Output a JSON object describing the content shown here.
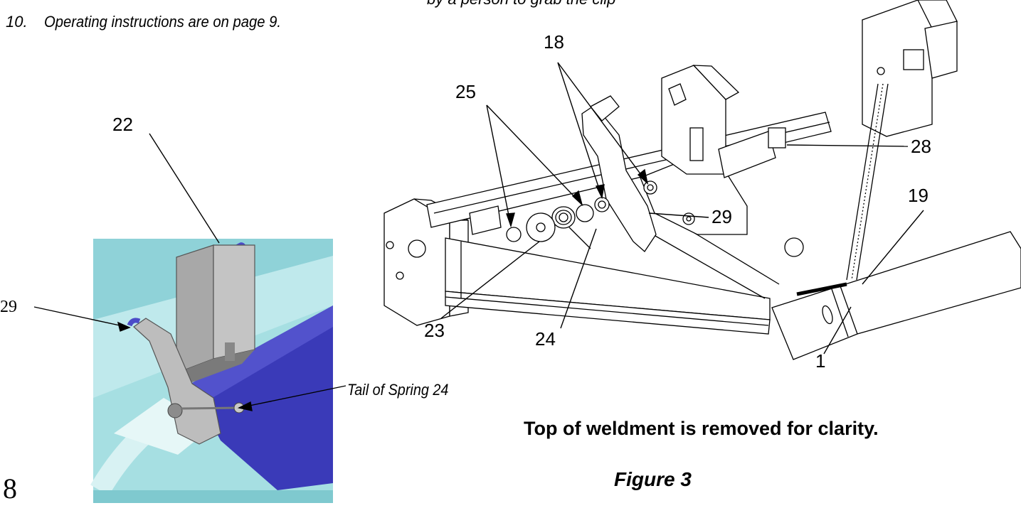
{
  "header": {
    "cutoff_text": "by a person to grab the clip",
    "step_number": "10.",
    "step_text": "Operating instructions are on page 9."
  },
  "left_figure": {
    "callout_22": "22",
    "callout_29": "29",
    "tail_label": "Tail of Spring 24",
    "colors": {
      "teal": "#9fdfe0",
      "blue": "#3636b8",
      "gray": "#9c9c9c"
    }
  },
  "main_figure": {
    "callouts": {
      "c18": "18",
      "c25": "25",
      "c28": "28",
      "c19": "19",
      "c29": "29",
      "c23": "23",
      "c24": "24",
      "c1": "1"
    },
    "caption": "Top of weldment is removed for clarity.",
    "figure_title": "Figure 3"
  },
  "page": {
    "number": "8"
  }
}
